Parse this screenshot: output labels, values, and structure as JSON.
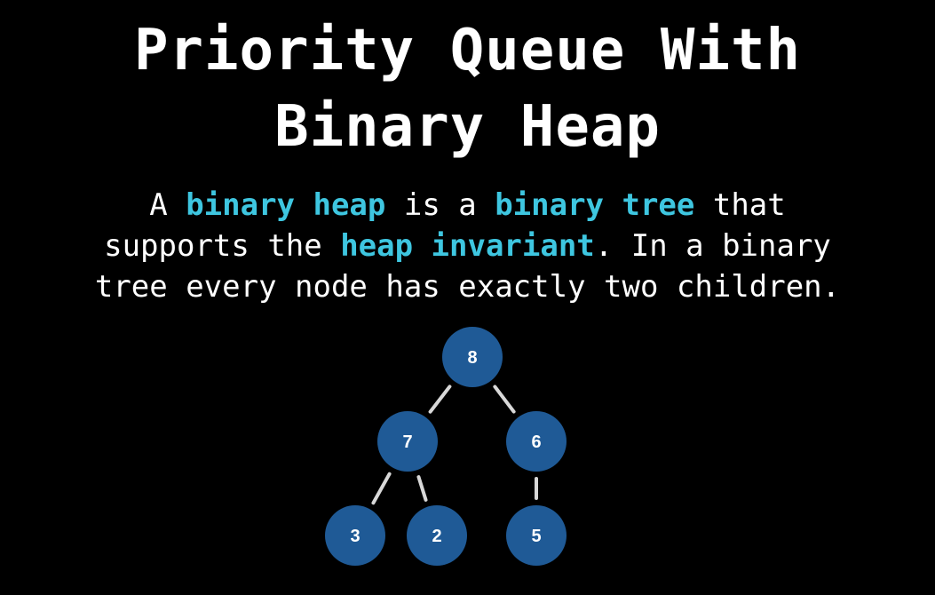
{
  "title": {
    "line1": "Priority Queue With",
    "line2": "Binary Heap"
  },
  "description": {
    "line1": [
      {
        "text": "A ",
        "highlight": false
      },
      {
        "text": "binary heap",
        "highlight": true
      },
      {
        "text": " is a ",
        "highlight": false
      },
      {
        "text": "binary tree",
        "highlight": true
      },
      {
        "text": " that",
        "highlight": false
      }
    ],
    "line2": [
      {
        "text": "supports the ",
        "highlight": false
      },
      {
        "text": "heap invariant",
        "highlight": true
      },
      {
        "text": ". In a binary",
        "highlight": false
      }
    ],
    "line3": [
      {
        "text": "tree every node has exactly two children.",
        "highlight": false
      }
    ]
  },
  "colors": {
    "background": "#000000",
    "text": "#ffffff",
    "highlight": "#3ec6e0",
    "node_fill": "#1f5a96",
    "edge": "#d8d8d8"
  },
  "tree": {
    "nodes": [
      {
        "id": "n8",
        "label": "8"
      },
      {
        "id": "n7",
        "label": "7"
      },
      {
        "id": "n6",
        "label": "6"
      },
      {
        "id": "n3",
        "label": "3"
      },
      {
        "id": "n2",
        "label": "2"
      },
      {
        "id": "n5",
        "label": "5"
      }
    ],
    "edges": [
      {
        "from": "n8",
        "to": "n7"
      },
      {
        "from": "n8",
        "to": "n6"
      },
      {
        "from": "n7",
        "to": "n3"
      },
      {
        "from": "n7",
        "to": "n2"
      },
      {
        "from": "n6",
        "to": "n5"
      }
    ]
  }
}
